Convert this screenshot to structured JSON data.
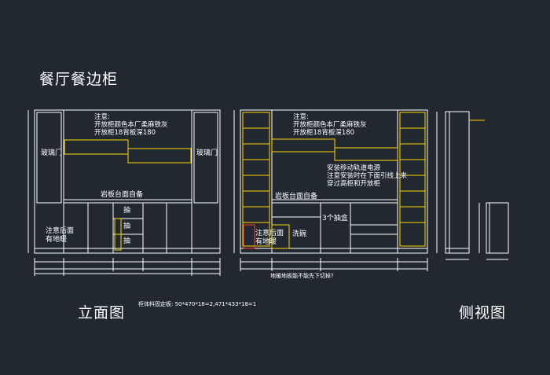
{
  "titles": {
    "main": "餐厅餐边柜",
    "front": "立面图",
    "side": "侧视图"
  },
  "left": {
    "glass_left": "玻璃门",
    "glass_right": "玻璃门",
    "note_lines": [
      "注意:",
      "开放柜颜色本厂柔麻铁灰",
      "开放柜18背板深180"
    ],
    "countertop": "岩板台面自备",
    "drawers": [
      "抽",
      "抽",
      "抽"
    ],
    "back_note": [
      "注意后面",
      "有地暖"
    ]
  },
  "right": {
    "note_lines": [
      "注意:",
      "开放柜颜色本厂柔麻铁灰",
      "开放柜18背板深180"
    ],
    "track_note": [
      "安装移动轨道电源",
      "注意安装时在下面引线上来",
      "穿过高柜和开放柜"
    ],
    "countertop": "岩板台面自备",
    "three_drawers": "3个抽盒",
    "back_note": [
      "注意后面",
      "有地暖"
    ],
    "side_word": "洗碗",
    "red_note": "地暖地板能不能先下切掉?"
  },
  "material_note": "柜体料固定板: 50*470*18=2,471*433*18=1",
  "colors": {
    "background": "#212830",
    "line": "#ffffff",
    "shelf": "#ffd700",
    "dimension": "#ffffff",
    "warning": "#ff3b30"
  }
}
